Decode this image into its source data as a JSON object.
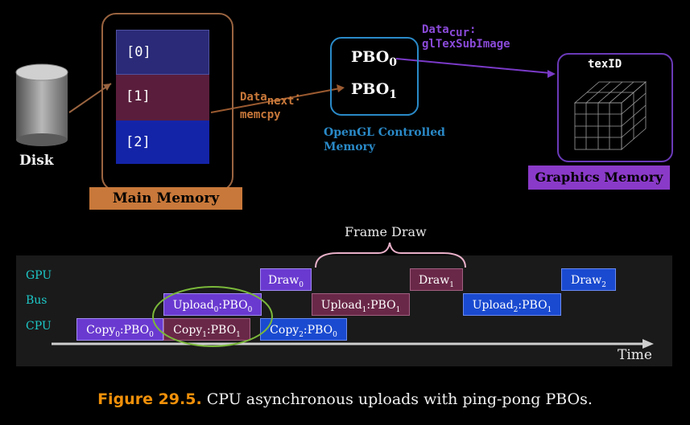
{
  "disk": {
    "label": "Disk"
  },
  "main_memory": {
    "label": "Main Memory",
    "slots": [
      "[0]",
      "[1]",
      "[2]"
    ]
  },
  "data_next": {
    "line1": "Data",
    "sub": "next",
    "suffix": ":",
    "line2": "memcpy"
  },
  "pbo": {
    "items": [
      {
        "base": "PBO",
        "sub": "0"
      },
      {
        "base": "PBO",
        "sub": "1"
      }
    ],
    "label_line1": "OpenGL Controlled",
    "label_line2": "Memory"
  },
  "data_cur": {
    "line1": "Data",
    "sub": "cur",
    "suffix": ":",
    "line2": "glTexSubImage"
  },
  "graphics_memory": {
    "texid": "texID",
    "label": "Graphics Memory"
  },
  "timeline": {
    "frame_draw_label": "Frame Draw",
    "rows": [
      "GPU",
      "Bus",
      "CPU"
    ],
    "time_label": "Time",
    "blocks": {
      "draw0": {
        "a": "Draw",
        "s": "0"
      },
      "draw1": {
        "a": "Draw",
        "s": "1"
      },
      "draw2": {
        "a": "Draw",
        "s": "2"
      },
      "upload0": {
        "a": "Upload",
        "s": "0",
        "b": ":PBO",
        "t": "0"
      },
      "upload1": {
        "a": "Upload",
        "s": "1",
        "b": ":PBO",
        "t": "1"
      },
      "upload2": {
        "a": "Upload",
        "s": "2",
        "b": ":PBO",
        "t": "1"
      },
      "copy0": {
        "a": "Copy",
        "s": "0",
        "b": ":PBO",
        "t": "0"
      },
      "copy1": {
        "a": "Copy",
        "s": "1",
        "b": ":PBO",
        "t": "1"
      },
      "copy2": {
        "a": "Copy",
        "s": "2",
        "b": ":PBO",
        "t": "0"
      }
    }
  },
  "caption": {
    "number": "Figure 29.5.",
    "text": " CPU asynchronous uploads with ping-pong PBOs."
  },
  "colors": {
    "main_memory": "#c8783a",
    "opengl": "#2a8ac8",
    "graphics": "#8a3ac8",
    "row_label": "#1ec8c8",
    "highlight_ring": "#7ab83a"
  }
}
